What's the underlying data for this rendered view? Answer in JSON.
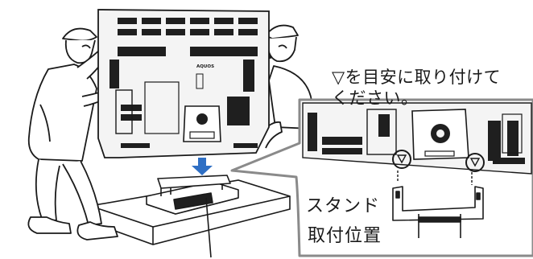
{
  "instruction": {
    "line1": "▽を目安に取り付けて",
    "line2": "ください。"
  },
  "stand_label": {
    "line1": "スタンド",
    "line2": "取付位置"
  },
  "tv": {
    "brand": "AQUOS"
  },
  "colors": {
    "line": "#1a1a1a",
    "tv_body": "#f4f4f4",
    "vent": "#1f1f1f",
    "callout_border": "#8a8a8a",
    "arrow": "#2f6fc4"
  },
  "icons": {
    "mark": "triangle-down-mark",
    "direction": "arrow-down-icon"
  }
}
